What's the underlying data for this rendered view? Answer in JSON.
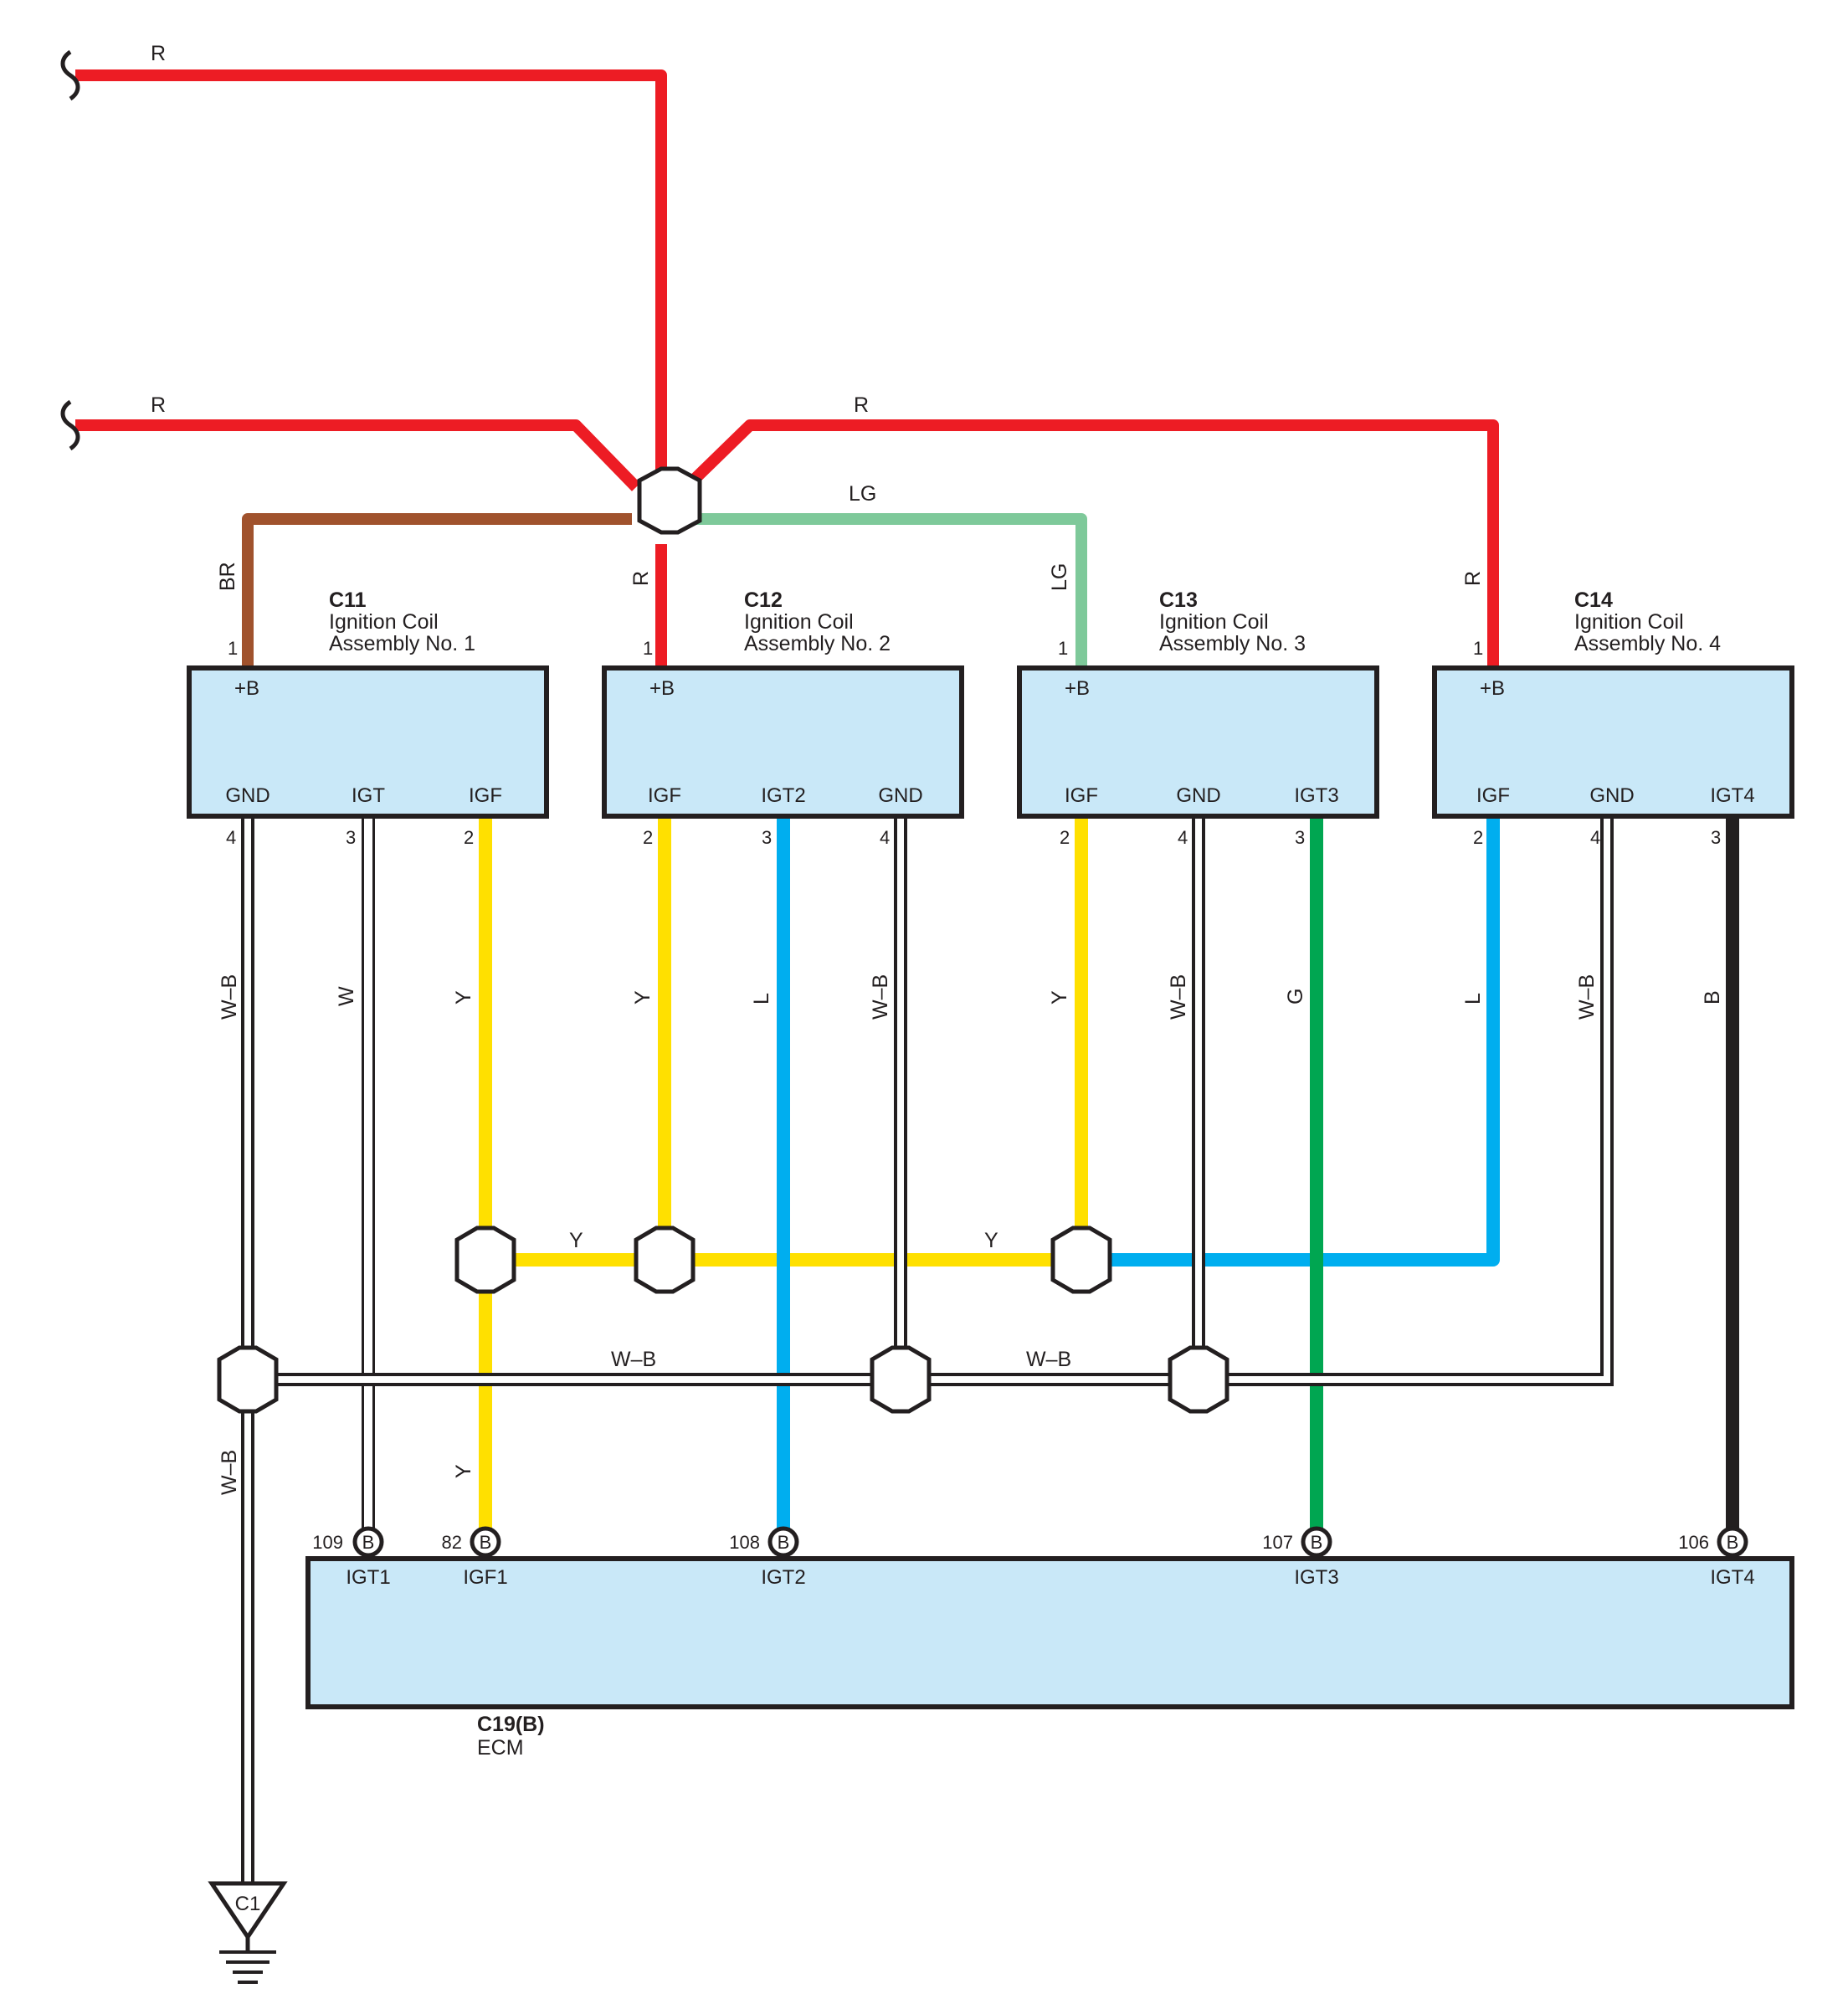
{
  "colors": {
    "R": "#ed1c24",
    "BR": "#a0522d",
    "LG": "#7ec99a",
    "Y": "#ffe000",
    "L": "#00aeef",
    "G": "#00a651",
    "B": "#231f20",
    "W": "#ffffff",
    "W-B": "#ffffff",
    "box_fill": "#c9e8f8",
    "outline": "#231f20"
  },
  "wire_labels": {
    "r_top": "R",
    "r_mid": "R",
    "r_right": "R",
    "lg_top": "LG",
    "br": "BR",
    "r_c12": "R",
    "lg_c13": "LG",
    "r_c14": "R",
    "c11_p4": "W–B",
    "c11_p3": "W",
    "c11_p2": "Y",
    "c12_p2": "Y",
    "c12_p3": "L",
    "c12_p4": "W–B",
    "c13_p2": "Y",
    "c13_p4": "W–B",
    "c13_p3": "G",
    "c14_p2": "L",
    "c14_p4": "W–B",
    "c14_p3": "B",
    "y_bus_left": "Y",
    "y_bus_right": "Y",
    "wb_bus_left": "W–B",
    "wb_bus_right": "W–B",
    "wb_ground": "W–B",
    "y_ecm": "Y"
  },
  "components": {
    "c11": {
      "code": "C11",
      "name_line1": "Ignition Coil",
      "name_line2": "Assembly No. 1",
      "top_pin": "+B",
      "top_pin_no": "1",
      "bottom_pins": [
        "GND",
        "IGT",
        "IGF"
      ],
      "bottom_pin_nos": [
        "4",
        "3",
        "2"
      ]
    },
    "c12": {
      "code": "C12",
      "name_line1": "Ignition Coil",
      "name_line2": "Assembly No. 2",
      "top_pin": "+B",
      "top_pin_no": "1",
      "bottom_pins": [
        "IGF",
        "IGT2",
        "GND"
      ],
      "bottom_pin_nos": [
        "2",
        "3",
        "4"
      ]
    },
    "c13": {
      "code": "C13",
      "name_line1": "Ignition Coil",
      "name_line2": "Assembly No. 3",
      "top_pin": "+B",
      "top_pin_no": "1",
      "bottom_pins": [
        "IGF",
        "GND",
        "IGT3"
      ],
      "bottom_pin_nos": [
        "2",
        "4",
        "3"
      ]
    },
    "c14": {
      "code": "C14",
      "name_line1": "Ignition Coil",
      "name_line2": "Assembly No. 4",
      "top_pin": "+B",
      "top_pin_no": "1",
      "bottom_pins": [
        "IGF",
        "GND",
        "IGT4"
      ],
      "bottom_pin_nos": [
        "2",
        "4",
        "3"
      ]
    },
    "ecm": {
      "code": "C19(B)",
      "name": "ECM",
      "terminal_letter": "B",
      "pins": [
        {
          "no": "109",
          "name": "IGT1"
        },
        {
          "no": "82",
          "name": "IGF1"
        },
        {
          "no": "108",
          "name": "IGT2"
        },
        {
          "no": "107",
          "name": "IGT3"
        },
        {
          "no": "106",
          "name": "IGT4"
        }
      ]
    },
    "ground": {
      "label": "C1"
    }
  }
}
